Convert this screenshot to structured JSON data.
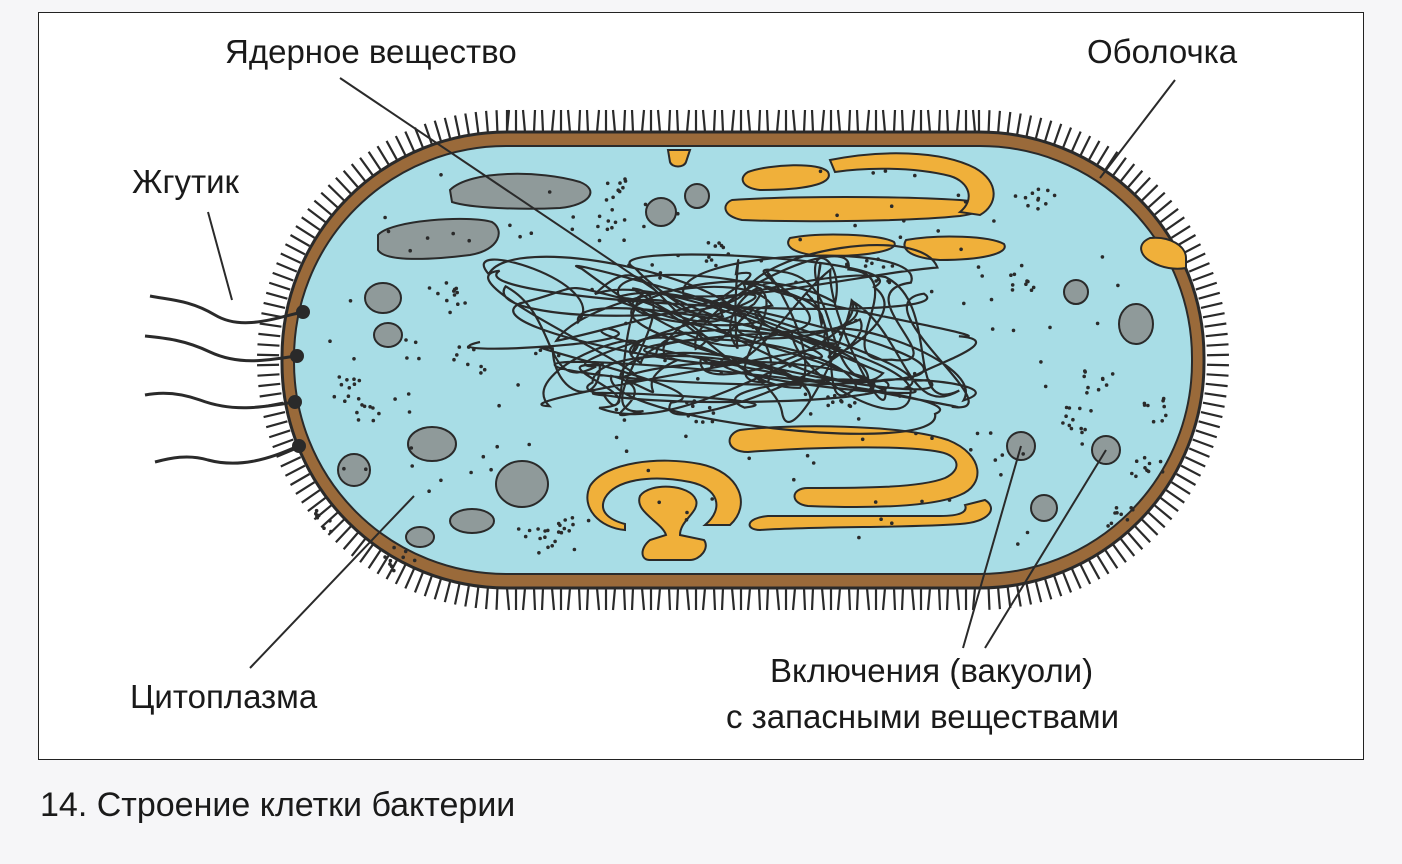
{
  "labels": {
    "nuclear_substance": "Ядерное вещество",
    "envelope": "Оболочка",
    "flagellum": "Жгутик",
    "cytoplasm": "Цитоплазма",
    "inclusions_line1": "Включения (вакуоли)",
    "inclusions_line2": "с запасными веществами"
  },
  "caption": "14. Строение клетки бактерии",
  "colors": {
    "cytoplasm": "#a8dde6",
    "membrane": "#9a6a3a",
    "inclusion_orange": "#f0b03a",
    "inclusion_grey": "#8f9a9a",
    "outline": "#2a2a2a"
  }
}
